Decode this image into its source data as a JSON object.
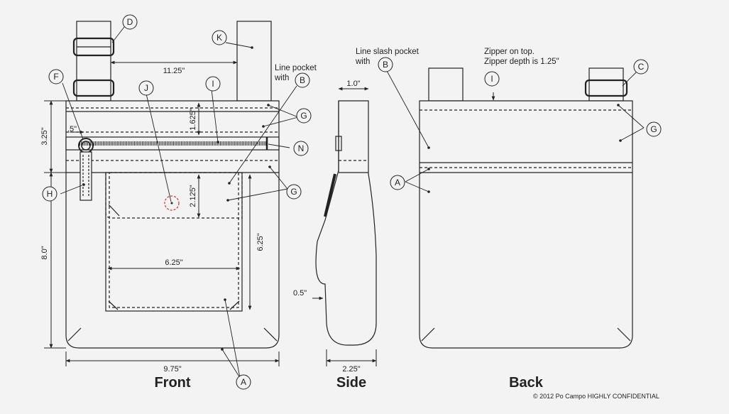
{
  "views": {
    "front": "Front",
    "side": "Side",
    "back": "Back"
  },
  "copyright": "© 2012 Po Campo HIGHLY CONFIDENTIAL",
  "callouts": {
    "A1": "A",
    "A2": "A",
    "B1": "B",
    "B2": "B",
    "C": "C",
    "D": "D",
    "F": "F",
    "G1": "G",
    "G2": "G",
    "G3": "G",
    "H": "H",
    "I1": "I",
    "I2": "I",
    "J": "J",
    "K": "K",
    "N": "N"
  },
  "notes": {
    "line_pocket_1": "Line pocket",
    "line_pocket_2": "with",
    "line_slash_1": "Line slash pocket",
    "line_slash_2": "with",
    "zipper_1": "Zipper on top.",
    "zipper_2": "Zipper depth is 1.25\""
  },
  "dimensions": {
    "strap_gap": "11.25\"",
    "zip_depth": "1.625\"",
    "top_height": "3.25\"",
    "zip_offset": ".5\"",
    "pocket_flap": "2.125\"",
    "pocket_height": "6.25\"",
    "pocket_width": "6.25\"",
    "lower_height": "8.0\"",
    "width": "9.75\"",
    "side_top": "1.0\"",
    "side_bottom": "0.5\"",
    "side_width": "2.25\""
  }
}
